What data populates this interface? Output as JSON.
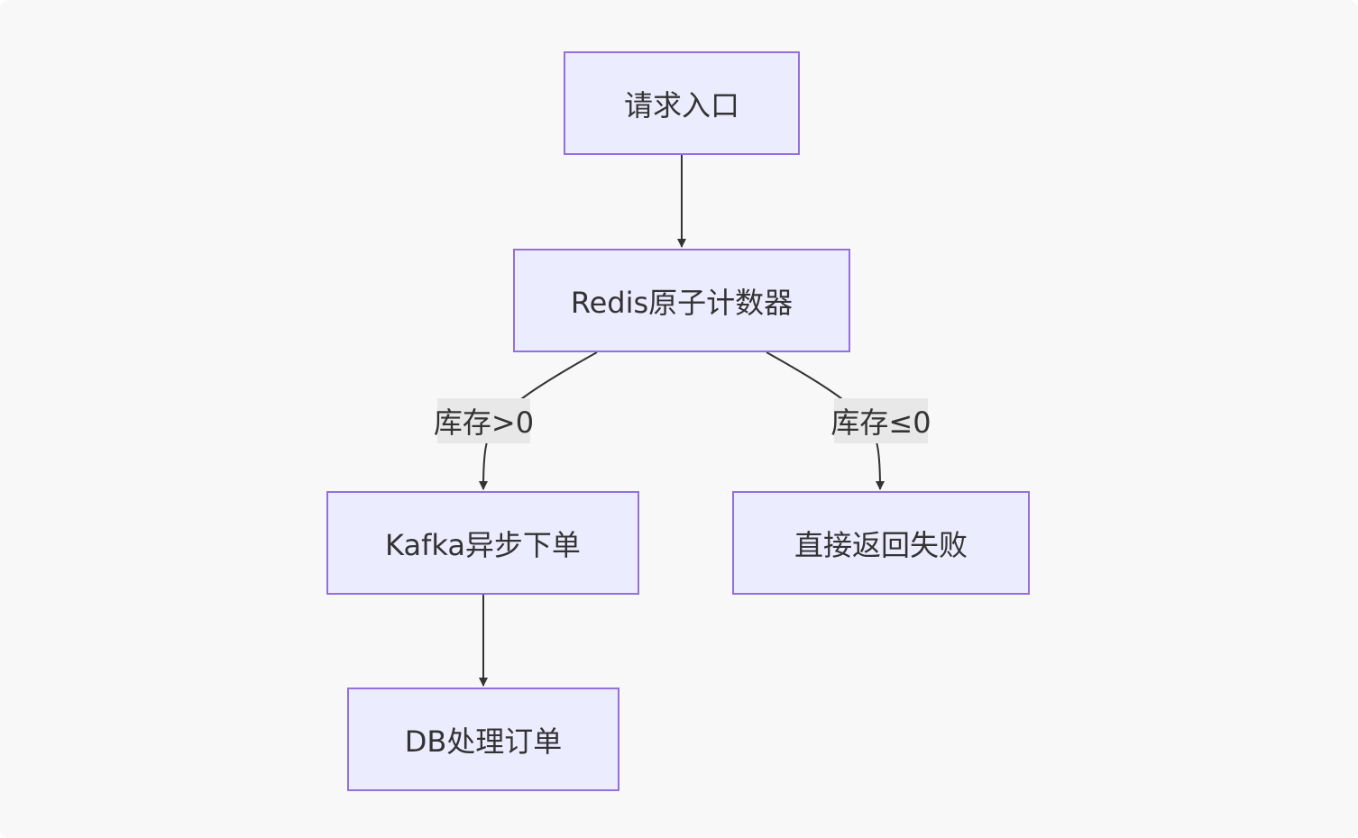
{
  "nodes": {
    "entry": "请求入口",
    "redis": "Redis原子计数器",
    "kafka": "Kafka异步下单",
    "fail": "直接返回失败",
    "db": "DB处理订单"
  },
  "edge_labels": {
    "stock_positive": "库存>0",
    "stock_non_positive": "库存≤0"
  },
  "colors": {
    "node_fill": "#ececff",
    "node_border": "#9370db",
    "edge": "#333333",
    "label_bg": "#e8e8e8",
    "background": "#f8f8f8"
  }
}
